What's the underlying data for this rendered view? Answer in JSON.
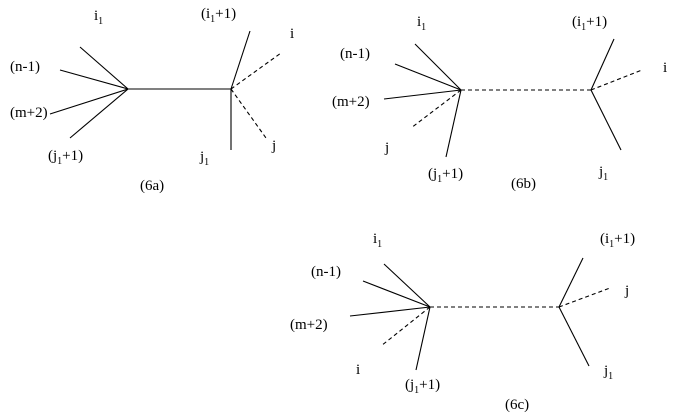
{
  "diagrams": [
    {
      "caption": "(6a)",
      "labels": {
        "top_left": {
          "base": "i",
          "sub": "1"
        },
        "n_minus_1": "(n-1)",
        "m_plus_2": "(m+2)",
        "bottom_left": {
          "pre": "(j",
          "sub": "1",
          "post": "+1)"
        },
        "top_right": {
          "pre": "(i",
          "sub": "1",
          "post": "+1)"
        },
        "right_dashed": "i",
        "bottom_right_dashed": "j",
        "bottom_right": {
          "base": "j",
          "sub": "1"
        }
      }
    },
    {
      "caption": "(6b)",
      "labels": {
        "top_left": {
          "base": "i",
          "sub": "1"
        },
        "n_minus_1": "(n-1)",
        "m_plus_2": "(m+2)",
        "left_dashed": "j",
        "bottom_left": {
          "pre": "(j",
          "sub": "1",
          "post": "+1)"
        },
        "top_right": {
          "pre": "(i",
          "sub": "1",
          "post": "+1)"
        },
        "right_dashed": "i",
        "bottom_right": {
          "base": "j",
          "sub": "1"
        }
      }
    },
    {
      "caption": "(6c)",
      "labels": {
        "top_left": {
          "base": "i",
          "sub": "1"
        },
        "n_minus_1": "(n-1)",
        "m_plus_2": "(m+2)",
        "left_dashed": "i",
        "bottom_left": {
          "pre": "(j",
          "sub": "1",
          "post": "+1)"
        },
        "top_right": {
          "pre": "(i",
          "sub": "1",
          "post": "+1)"
        },
        "right_dashed": "j",
        "bottom_right": {
          "base": "j",
          "sub": "1"
        }
      }
    }
  ]
}
